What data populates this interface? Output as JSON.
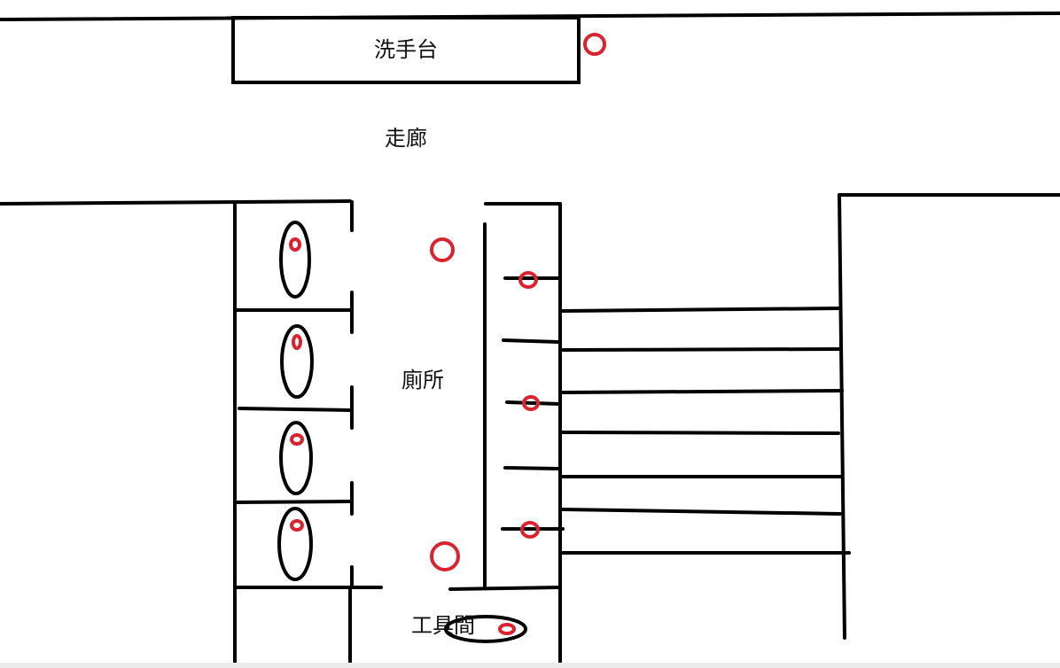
{
  "labels": {
    "sink": "洗手台",
    "corridor": "走廊",
    "restroom": "廁所",
    "tool_room": "工具間"
  },
  "colors": {
    "wall": "#000000",
    "marker": "#d9232e"
  }
}
